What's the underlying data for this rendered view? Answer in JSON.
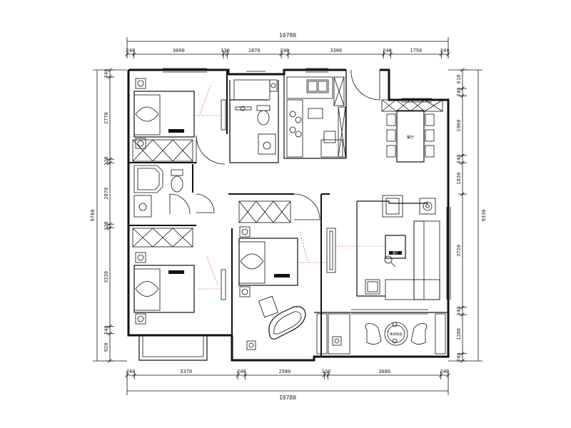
{
  "dimensions": {
    "top_total": "10780",
    "bottom_total": "10780",
    "top_segments": [
      "240",
      "3090",
      "130",
      "1870",
      "240",
      "3300",
      "240",
      "1750",
      "240"
    ],
    "bottom_segments": [
      "240",
      "3370",
      "240",
      "2580",
      "120",
      "3680",
      "240"
    ],
    "left_total": "9780",
    "left_segments": [
      "240",
      "2770",
      "120",
      "2070",
      "120",
      "3330",
      "240",
      "920"
    ],
    "right_total": "9330",
    "right_segments": [
      "610",
      "240",
      "1960",
      "240",
      "1030",
      "3720",
      "240",
      "1280",
      "240"
    ]
  },
  "rooms": {
    "dining_label": "餐厅",
    "living_label": "客厅",
    "balcony_label": "休闲阳台"
  }
}
